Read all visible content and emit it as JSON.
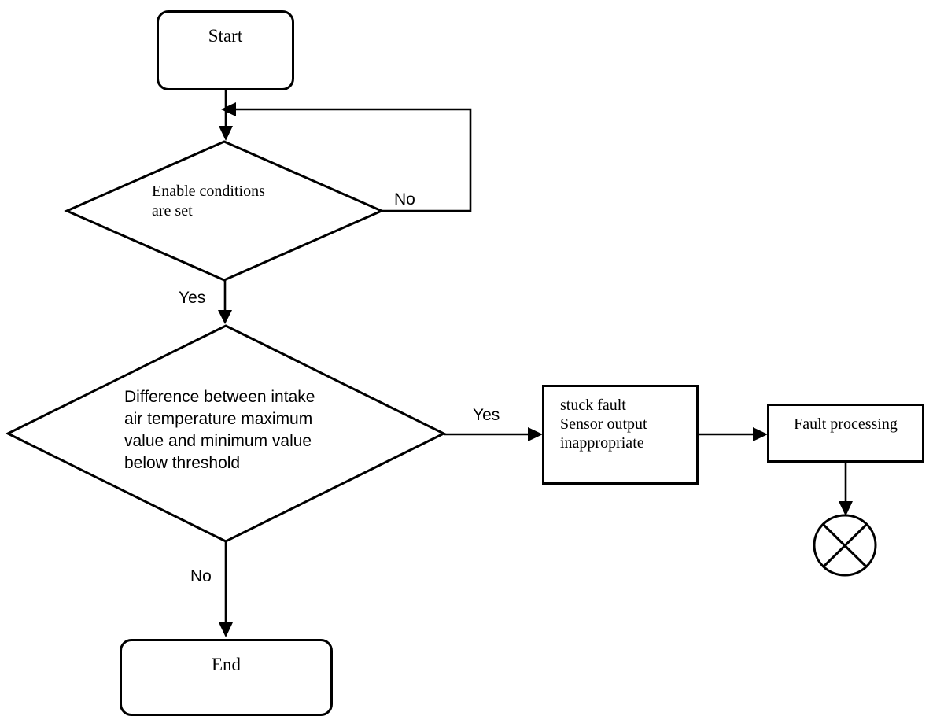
{
  "page": {
    "background_color": "#ffffff",
    "line_color": "#000000"
  },
  "diagram": {
    "type": "flowchart",
    "nodes": {
      "start": {
        "label": "Start",
        "shape": "rounded-rectangle"
      },
      "decision_enable": {
        "label": "Enable conditions\nare set",
        "shape": "diamond"
      },
      "decision_difference": {
        "label": "Difference between intake\nair temperature maximum\nvalue and minimum value\nbelow threshold",
        "shape": "diamond"
      },
      "stuck_fault": {
        "label": "stuck fault\nSensor output\ninappropriate",
        "shape": "rectangle"
      },
      "fault_processing": {
        "label": "Fault processing",
        "shape": "rectangle"
      },
      "terminator": {
        "label": "",
        "shape": "circled-x"
      },
      "end": {
        "label": "End",
        "shape": "rounded-rectangle"
      }
    },
    "edge_labels": {
      "enable_no": "No",
      "enable_yes": "Yes",
      "difference_yes": "Yes",
      "difference_no": "No"
    }
  }
}
